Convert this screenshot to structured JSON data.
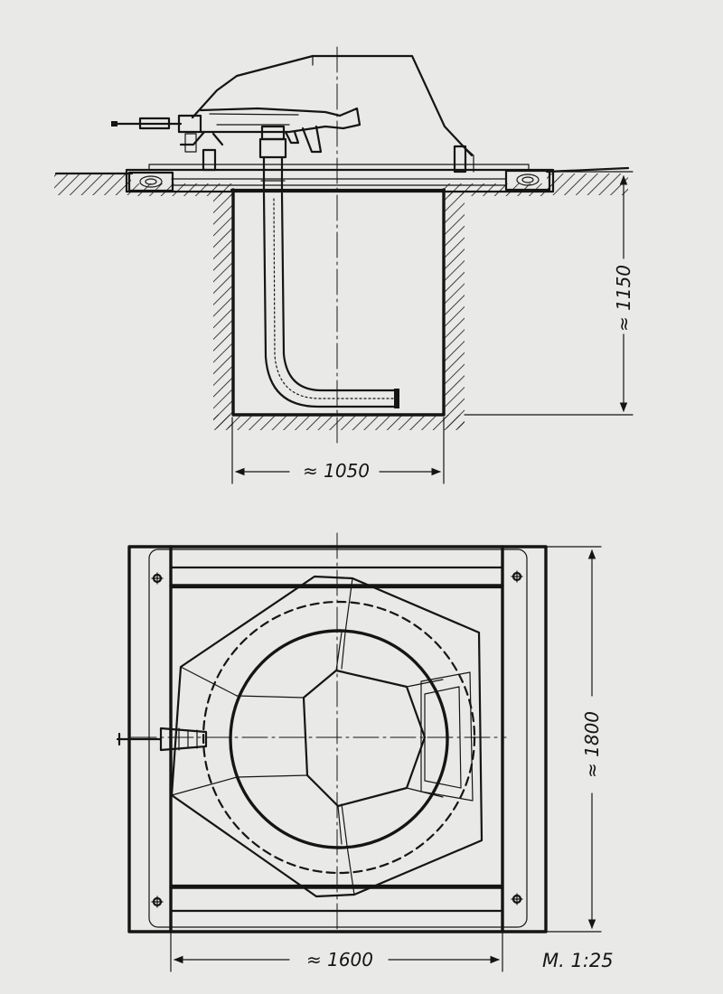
{
  "dimensions": {
    "depth_label": "≈ 1150",
    "pit_width_label": "≈ 1050",
    "plan_length_label": "≈ 1800",
    "plan_width_label": "≈ 1600"
  },
  "scale_label": "M. 1:25",
  "colors": {
    "paper": "#e9e9e7",
    "ink": "#151515"
  }
}
